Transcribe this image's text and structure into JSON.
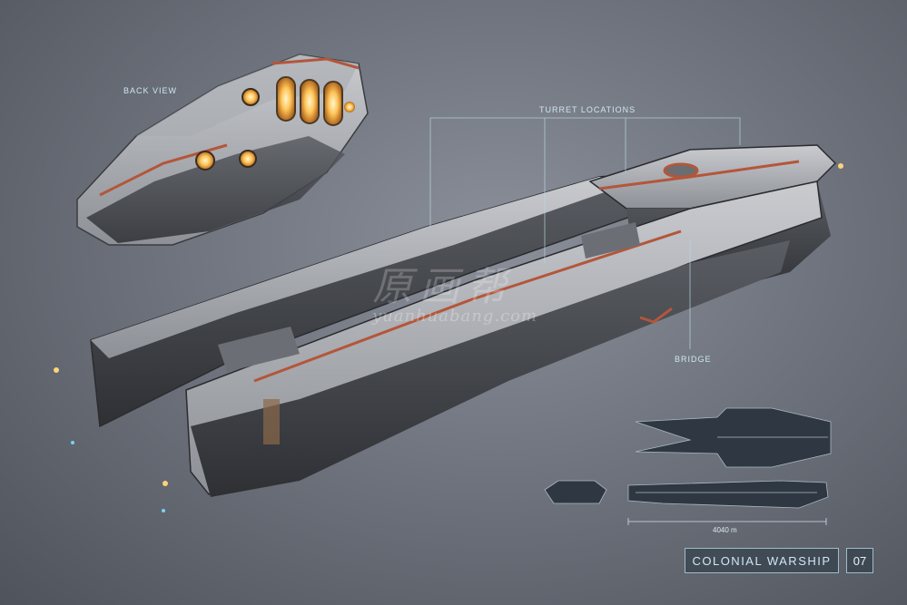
{
  "labels": {
    "back_view": "BACK VIEW",
    "turret_locations": "TURRET LOCATIONS",
    "bridge": "BRIDGE"
  },
  "blueprint": {
    "scale": "4040 m"
  },
  "footer": {
    "title": "COLONIAL WARSHIP",
    "page_number": "07"
  },
  "watermark": {
    "chinese": "原画帮",
    "url": "yuanhuabang.com"
  },
  "colors": {
    "background": "#6f747e",
    "accent_orange": "#b4563a",
    "glow": "#ffd27a",
    "label_blue": "#cfe6f2"
  }
}
